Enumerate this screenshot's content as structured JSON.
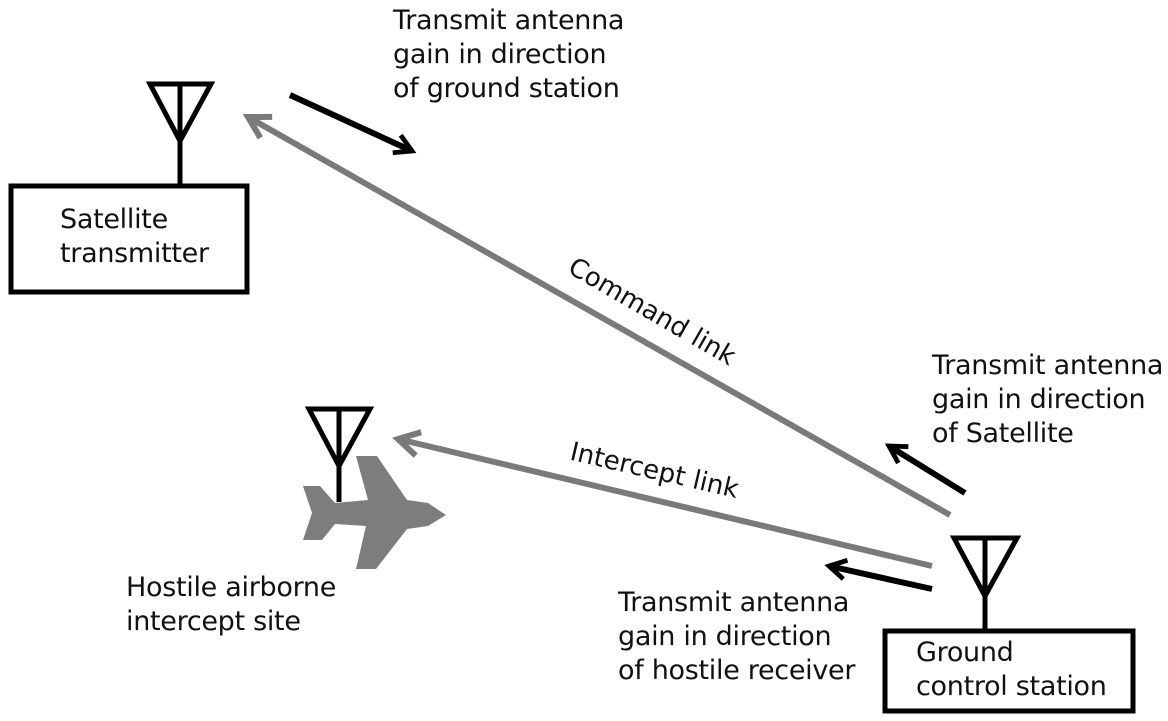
{
  "diagram": {
    "nodes": {
      "satellite": {
        "label_lines": [
          "Satellite",
          "transmitter"
        ]
      },
      "ground": {
        "label_lines": [
          "Ground",
          "control station"
        ]
      },
      "hostile": {
        "label_lines": [
          "Hostile airborne",
          "intercept site"
        ]
      }
    },
    "links": {
      "command": {
        "label": "Command link",
        "from": "ground",
        "to": "satellite"
      },
      "intercept": {
        "label": "Intercept link",
        "from": "ground",
        "to": "hostile"
      }
    },
    "annotations": {
      "sat_gain": {
        "lines": [
          "Transmit antenna",
          "gain in direction",
          "of ground station"
        ]
      },
      "ground_sat_gain": {
        "lines": [
          "Transmit antenna",
          "gain in direction",
          "of Satellite"
        ]
      },
      "ground_hostile_gain": {
        "lines": [
          "Transmit antenna",
          "gain in direction",
          "of hostile receiver"
        ]
      }
    },
    "colors": {
      "link": "#7a7a7a",
      "arrow": "#000000",
      "aircraft": "#7d7d7d",
      "outline": "#000000"
    }
  }
}
